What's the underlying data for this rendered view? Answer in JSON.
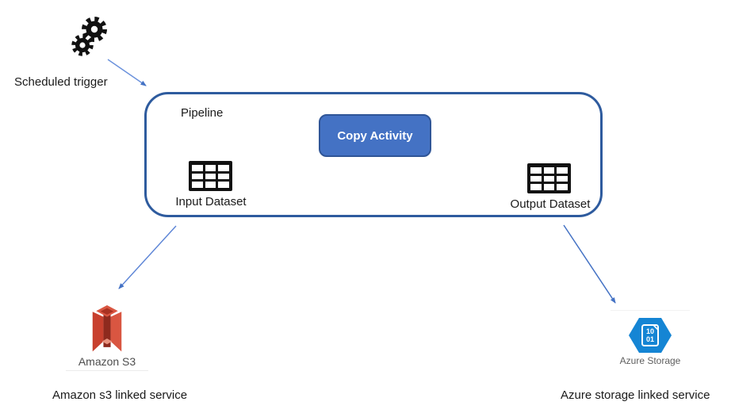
{
  "diagram": {
    "trigger": {
      "label": "Scheduled trigger"
    },
    "pipeline": {
      "title": "Pipeline",
      "copy_activity_label": "Copy Activity",
      "input_dataset_label": "Input Dataset",
      "output_dataset_label": "Output Dataset"
    },
    "linked_services": {
      "amazon_s3": {
        "icon_label": "Amazon S3",
        "caption": "Amazon s3 linked service"
      },
      "azure_storage": {
        "icon_label": "Azure Storage",
        "icon_digits_top": "10",
        "icon_digits_bottom": "01",
        "caption": "Azure storage linked service"
      }
    },
    "colors": {
      "pipeline_border": "#2E5B9E",
      "copy_activity_fill": "#4472C4",
      "copy_activity_border": "#2F5597",
      "arrow_blue": "#4472C4",
      "s3_red": "#C8402E",
      "s3_red_dark": "#8E2A1E",
      "s3_red_light": "#D95641",
      "azure_blue": "#1585D4",
      "caption_gray": "#5F5F5F"
    }
  }
}
